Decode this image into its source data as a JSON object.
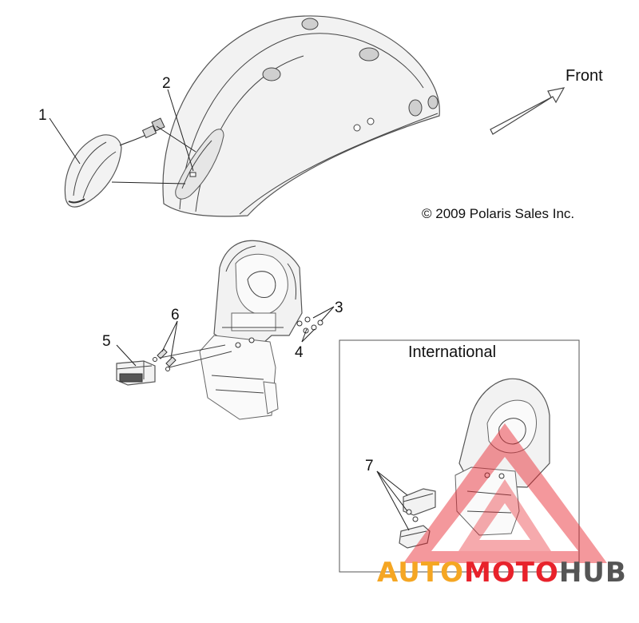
{
  "callouts": [
    "1",
    "2",
    "3",
    "4",
    "5",
    "6",
    "7"
  ],
  "direction_label": "Front",
  "copyright": "© 2009 Polaris Sales Inc.",
  "inset_title": "International",
  "watermark": {
    "text_part1": "AUTO",
    "text_part2": "MOTO",
    "text_part3": "HUB",
    "color_primary": "#f5a623",
    "color_secondary": "#e8222b",
    "color_dark": "#555555"
  }
}
